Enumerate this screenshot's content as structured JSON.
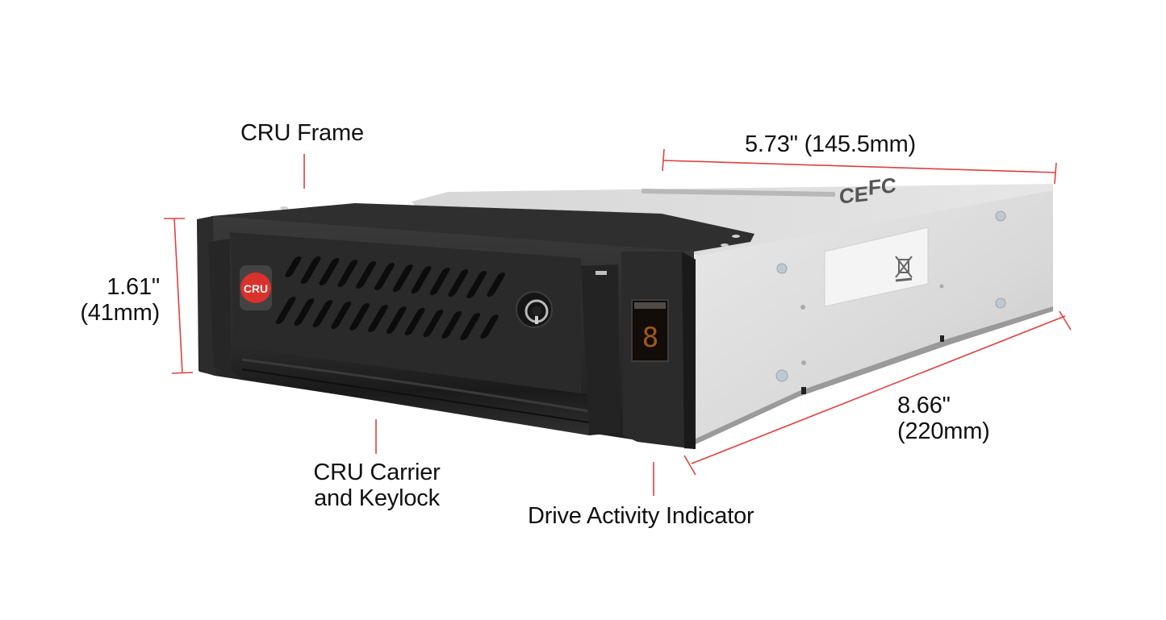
{
  "diagram": {
    "subject": "CRU removable drive frame and carrier",
    "annotation_color": "#e0403e",
    "labels": {
      "frame": "CRU Frame",
      "carrier_line1": "CRU Carrier",
      "carrier_line2": "and Keylock",
      "indicator": "Drive Activity Indicator"
    },
    "dimensions": {
      "width": "5.73\" (145.5mm)",
      "height_line1": "1.61\"",
      "height_line2": "(41mm)",
      "depth_line1": "8.66\"",
      "depth_line2": "(220mm)"
    },
    "product": {
      "badge_text": "CRU",
      "badge_color": "#d9312b",
      "display_digit": "8",
      "display_color": "#b8641f",
      "cert_marks": [
        "CE",
        "FC",
        "WEEE"
      ]
    }
  }
}
